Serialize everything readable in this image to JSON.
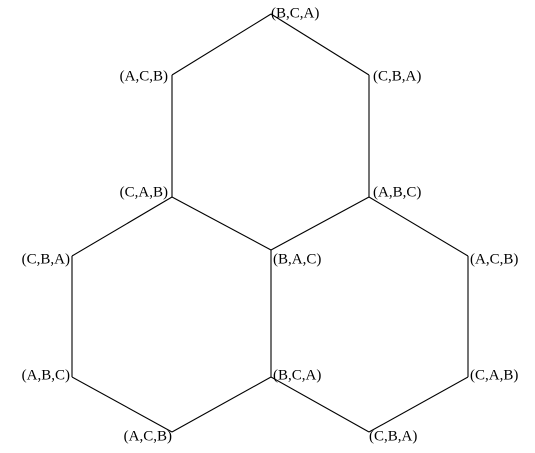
{
  "diagram": {
    "vertices": [
      {
        "id": "top",
        "label": "(B,C,A)"
      },
      {
        "id": "upper-left",
        "label": "(A,C,B)"
      },
      {
        "id": "upper-right",
        "label": "(C,B,A)"
      },
      {
        "id": "mid-left",
        "label": "(C,A,B)"
      },
      {
        "id": "mid-right",
        "label": "(A,B,C)"
      },
      {
        "id": "center",
        "label": "(B,A,C)"
      },
      {
        "id": "far-left-upper",
        "label": "(C,B,A)"
      },
      {
        "id": "far-right-upper",
        "label": "(A,C,B)"
      },
      {
        "id": "far-left-lower",
        "label": "(A,B,C)"
      },
      {
        "id": "center-lower",
        "label": "(B,C,A)"
      },
      {
        "id": "far-right-lower",
        "label": "(C,A,B)"
      },
      {
        "id": "bottom-left",
        "label": "(A,C,B)"
      },
      {
        "id": "bottom-right",
        "label": "(C,B,A)"
      }
    ],
    "edges": [
      [
        "top",
        "upper-left"
      ],
      [
        "top",
        "upper-right"
      ],
      [
        "upper-left",
        "mid-left"
      ],
      [
        "upper-right",
        "mid-right"
      ],
      [
        "mid-left",
        "center"
      ],
      [
        "mid-right",
        "center"
      ],
      [
        "mid-left",
        "far-left-upper"
      ],
      [
        "far-left-upper",
        "far-left-lower"
      ],
      [
        "far-left-lower",
        "bottom-left"
      ],
      [
        "bottom-left",
        "center-lower"
      ],
      [
        "center",
        "center-lower"
      ],
      [
        "mid-right",
        "far-right-upper"
      ],
      [
        "far-right-upper",
        "far-right-lower"
      ],
      [
        "far-right-lower",
        "bottom-right"
      ],
      [
        "bottom-right",
        "center-lower"
      ]
    ]
  }
}
